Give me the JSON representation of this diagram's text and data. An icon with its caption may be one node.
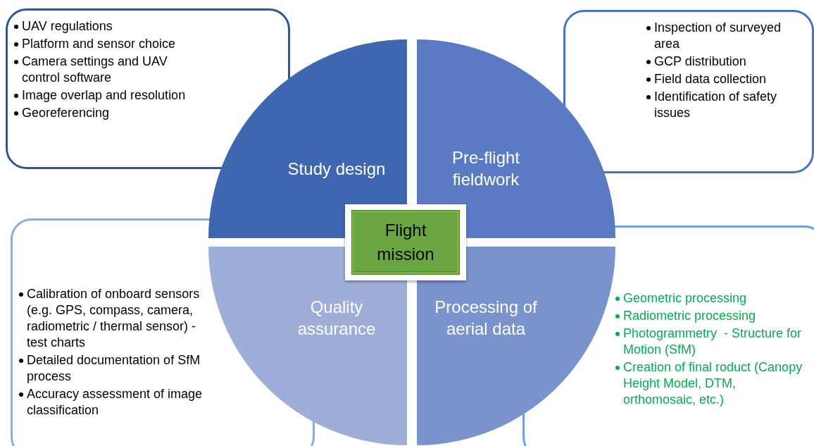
{
  "diagram": {
    "nodes": [
      {
        "text": [
          "UAV regulations",
          "Platform and sensor choice",
          "Camera settings and UAV control software",
          "Image overlap and resolution",
          "Georeferencing"
        ]
      },
      {
        "text": [
          "Inspection of surveyed area",
          "GCP distribution",
          "Field data collection",
          "Identification of safety issues"
        ]
      },
      {
        "text": [
          "Study design"
        ]
      },
      {
        "text": [
          "Pre-flight fieldwork"
        ]
      },
      {
        "text": [
          "Flight mission"
        ]
      },
      {
        "text": [
          "Calibration of onboard sensors (e.g. GPS, compass, camera, radiometric / thermal sensor) - test charts",
          "Detailed documentation of SfM process",
          "Accuracy assessment of image classification"
        ]
      },
      {
        "text": [
          "Quality assurance"
        ]
      },
      {
        "text": [
          "Processing of aerial data"
        ]
      },
      {
        "text": [
          "Geometric processing",
          "Radiometric processing",
          "Photogrammetry  - Structure for Motion (SfM)",
          "Creation of final roduct (Canopy Height Model, DTM, orthomosaic, etc.)"
        ]
      }
    ],
    "edges": []
  }
}
